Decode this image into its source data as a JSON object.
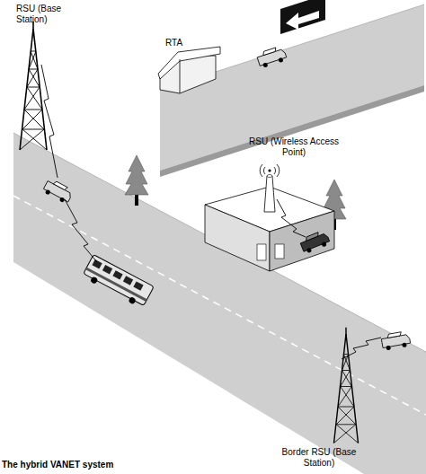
{
  "diagram": {
    "caption": "The hybrid VANET system",
    "labels": [
      "RSU (Base Station)",
      "RTA",
      "RSU (Wireless Access Point)",
      "Border RSU (Base Station)"
    ]
  }
}
